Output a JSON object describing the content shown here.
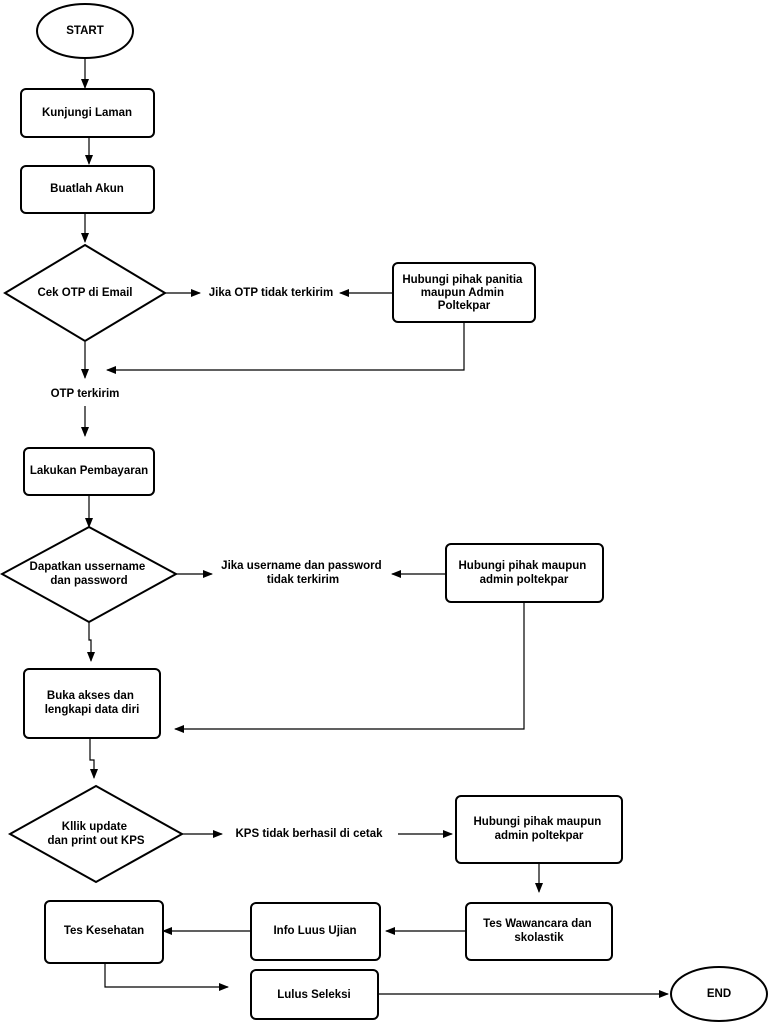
{
  "flowchart": {
    "start": "START",
    "end": "END",
    "visit_page": "Kunjungi Laman",
    "create_account": "Buatlah Akun",
    "check_otp": "Cek OTP di Email",
    "otp_not_sent": "Jika OTP tidak terkirim",
    "contact_admin_1": [
      "Hubungi pihak panitia",
      "maupun Admin",
      "Poltekpar"
    ],
    "otp_sent": "OTP terkirim",
    "payment": "Lakukan Pembayaran",
    "get_credentials": [
      "Dapatkan ussername",
      "dan password"
    ],
    "credentials_not_sent": [
      "Jika username dan password",
      "tidak terkirim"
    ],
    "contact_admin_2": [
      "Hubungi pihak maupun",
      "admin poltekpar"
    ],
    "open_access": [
      "Buka akses dan",
      "lengkapi data diri"
    ],
    "click_update": [
      "Kllik update",
      "dan print out KPS"
    ],
    "kps_failed": "KPS tidak berhasil di cetak",
    "contact_admin_3": [
      "Hubungi pihak maupun",
      "admin poltekpar"
    ],
    "interview_test": [
      "Tes Wawancara dan",
      "skolastik"
    ],
    "exam_info": "Info Luus Ujian",
    "health_test": "Tes Kesehatan",
    "passed": "Lulus Seleksi"
  }
}
